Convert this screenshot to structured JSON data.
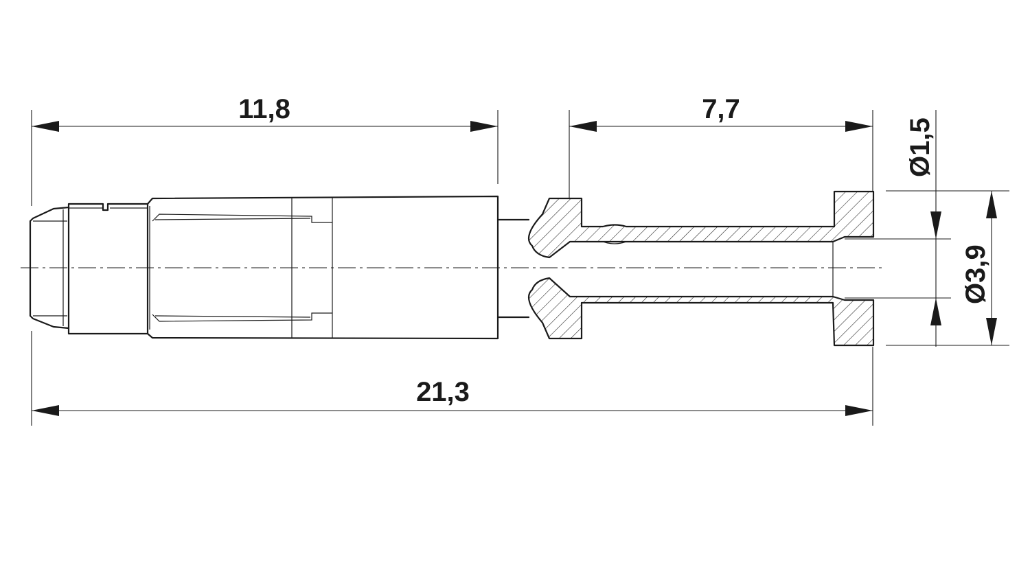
{
  "dimensions": {
    "length_front": "11,8",
    "length_rear": "7,7",
    "length_total": "21,3",
    "diameter_inner": "Ø1,5",
    "diameter_outer": "Ø3,9"
  }
}
